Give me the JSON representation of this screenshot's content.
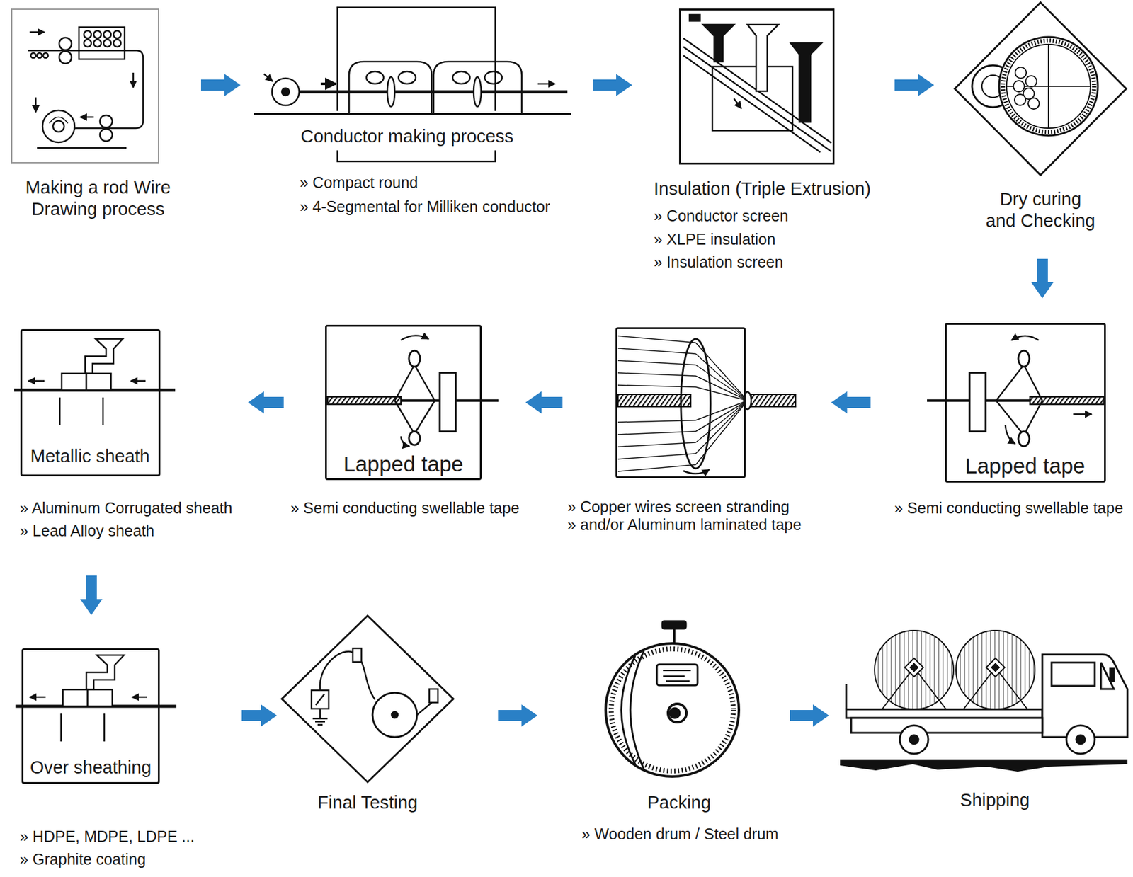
{
  "diagram": {
    "nodes": [
      {
        "text": [
          "Making a rod Wire Drawing process"
        ]
      },
      {
        "text": [
          "Conductor making process",
          "» Compact round",
          "» 4-Segmental for Milliken conductor"
        ]
      },
      {
        "text": [
          "Insulation (Triple Extrusion)",
          "» Conductor screen",
          "» XLPE insulation",
          "» Insulation screen"
        ]
      },
      {
        "text": [
          "Dry curing and Checking"
        ]
      },
      {
        "text": [
          "Lapped tape",
          "» Semi conducting swellable tape"
        ]
      },
      {
        "text": [
          "» Copper wires screen stranding",
          "» and/or Aluminum laminated tape"
        ]
      },
      {
        "text": [
          "Lapped tape",
          "» Semi conducting swellable tape"
        ]
      },
      {
        "text": [
          "Metallic sheath",
          "» Aluminum Corrugated sheath",
          "» Lead Alloy sheath"
        ]
      },
      {
        "text": [
          "Over sheathing",
          "» HDPE, MDPE, LDPE ...",
          "» Graphite coating"
        ]
      },
      {
        "text": [
          "Final Testing"
        ]
      },
      {
        "text": [
          "Packing",
          "» Wooden drum / Steel drum"
        ]
      },
      {
        "text": [
          "Shipping"
        ]
      }
    ],
    "edges": [
      {
        "from": 0,
        "to": 1,
        "arrow": "to"
      },
      {
        "from": 1,
        "to": 2,
        "arrow": "to"
      },
      {
        "from": 2,
        "to": 3,
        "arrow": "to"
      },
      {
        "from": 3,
        "to": 4,
        "arrow": "to"
      },
      {
        "from": 4,
        "to": 5,
        "arrow": "to"
      },
      {
        "from": 5,
        "to": 6,
        "arrow": "to"
      },
      {
        "from": 6,
        "to": 7,
        "arrow": "to"
      },
      {
        "from": 7,
        "to": 8,
        "arrow": "to"
      },
      {
        "from": 8,
        "to": 9,
        "arrow": "to"
      },
      {
        "from": 9,
        "to": 10,
        "arrow": "to"
      },
      {
        "from": 10,
        "to": 11,
        "arrow": "to"
      }
    ]
  }
}
